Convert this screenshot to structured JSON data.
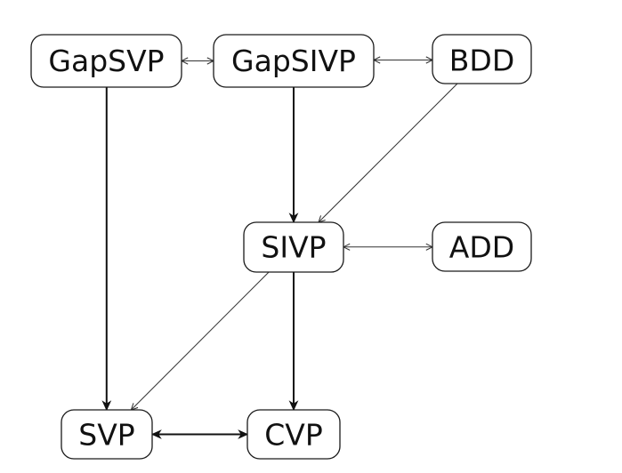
{
  "nodes": {
    "gapsvp": {
      "label": "GapSVP"
    },
    "gapsivp": {
      "label": "GapSIVP"
    },
    "bdd": {
      "label": "BDD"
    },
    "sivp": {
      "label": "SIVP"
    },
    "add": {
      "label": "ADD"
    },
    "svp": {
      "label": "SVP"
    },
    "cvp": {
      "label": "CVP"
    }
  },
  "edges": [
    {
      "from": "gapsvp",
      "to": "gapsivp",
      "direction": "both",
      "weight": "thin"
    },
    {
      "from": "gapsivp",
      "to": "bdd",
      "direction": "both",
      "weight": "thin"
    },
    {
      "from": "gapsvp",
      "to": "svp",
      "direction": "forward",
      "weight": "thick"
    },
    {
      "from": "gapsivp",
      "to": "sivp",
      "direction": "forward",
      "weight": "thick"
    },
    {
      "from": "bdd",
      "to": "sivp",
      "direction": "forward",
      "weight": "thin"
    },
    {
      "from": "sivp",
      "to": "add",
      "direction": "both",
      "weight": "thin"
    },
    {
      "from": "sivp",
      "to": "svp",
      "direction": "forward",
      "weight": "thin"
    },
    {
      "from": "sivp",
      "to": "cvp",
      "direction": "forward",
      "weight": "thick"
    },
    {
      "from": "svp",
      "to": "cvp",
      "direction": "both",
      "weight": "thick"
    }
  ]
}
